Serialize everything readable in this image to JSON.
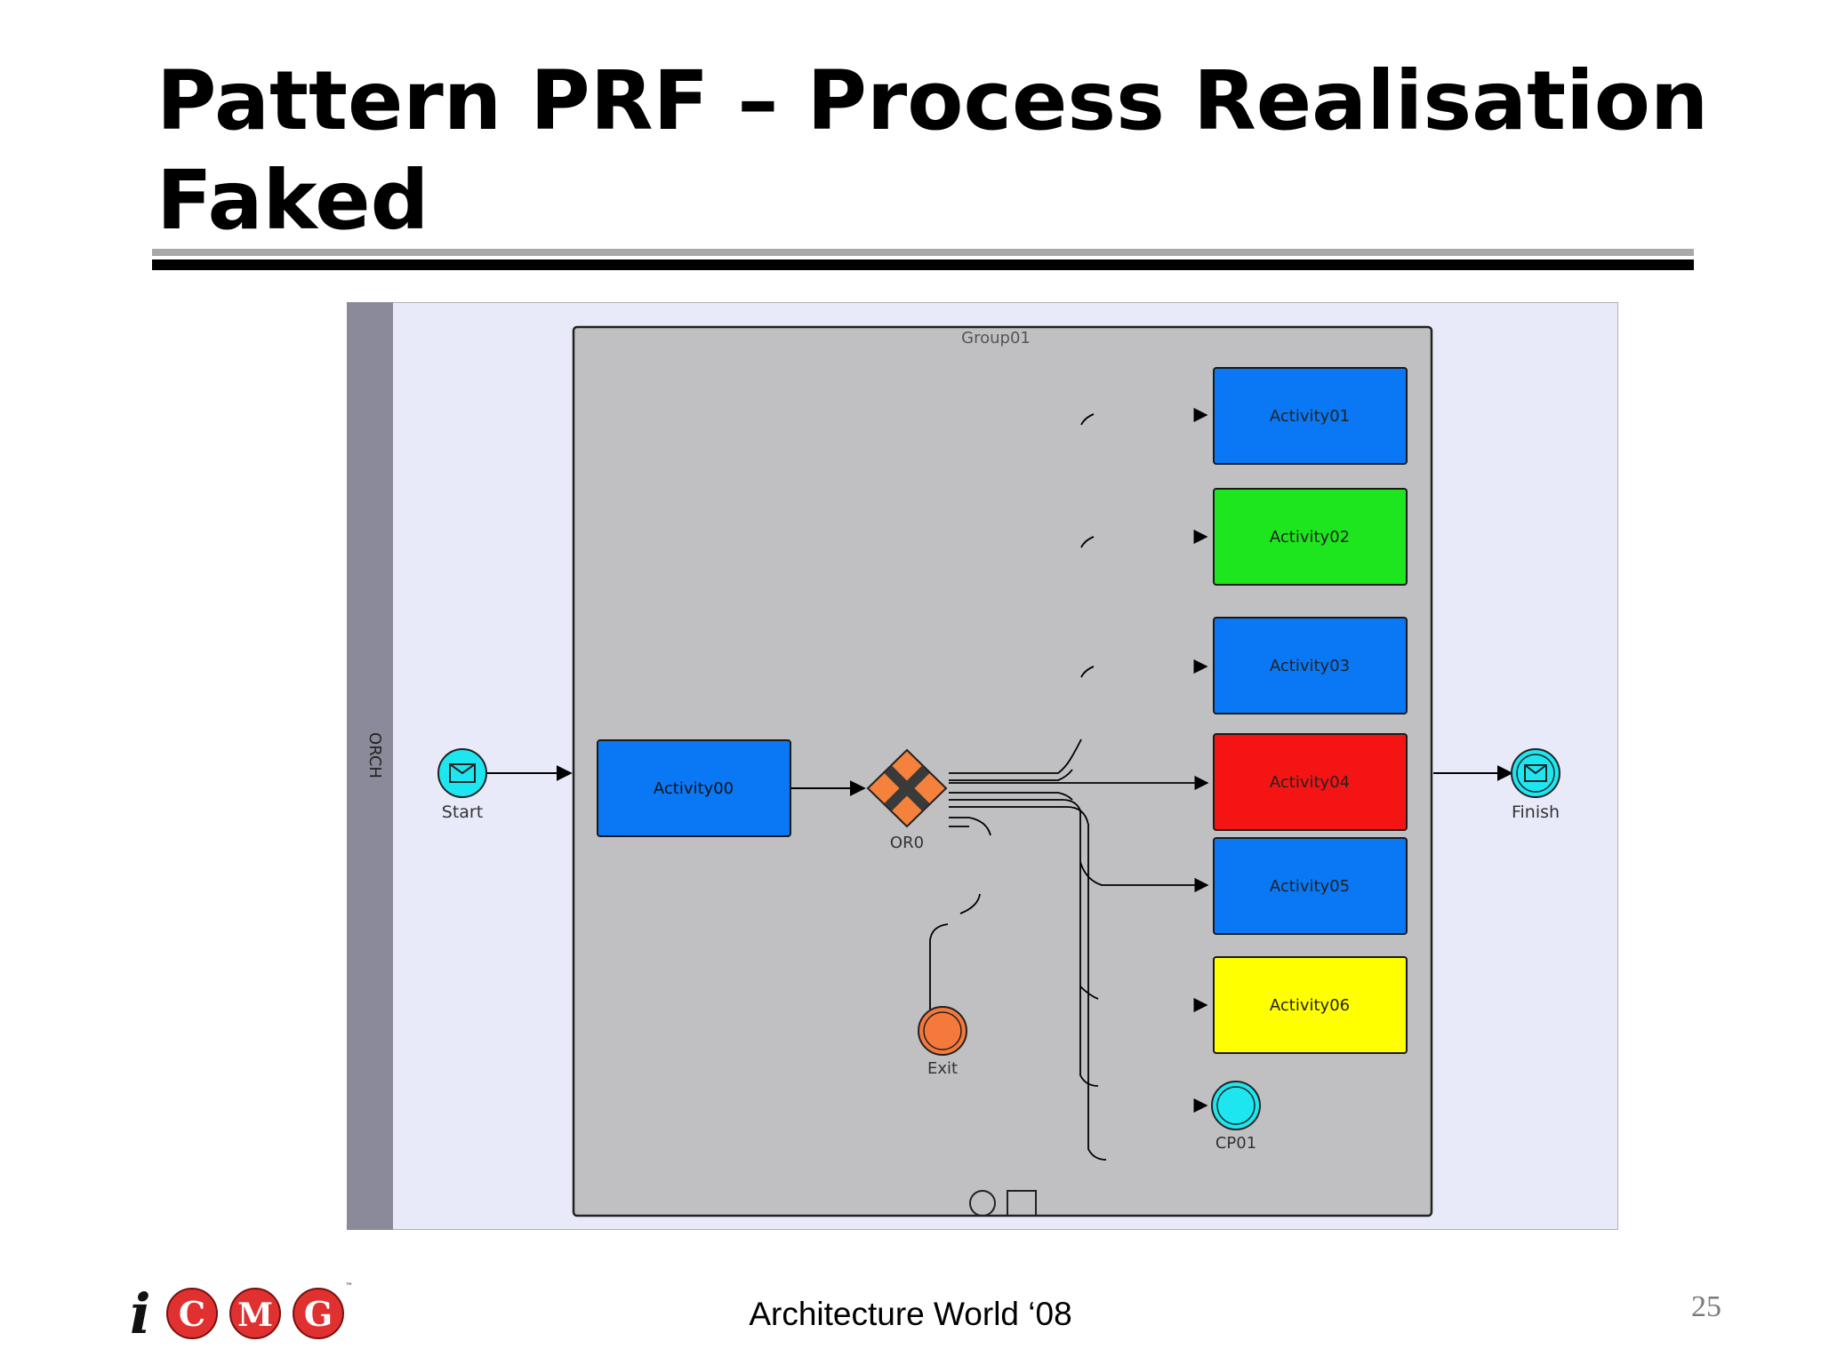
{
  "slide": {
    "title": "Pattern PRF – Process Realisation Faked",
    "footer": "Architecture World ‘08",
    "page_number": "25"
  },
  "logo": {
    "letters": [
      "i",
      "C",
      "M",
      "G"
    ],
    "trademark": "™"
  },
  "diagram": {
    "pool_label": "ORCH",
    "group_label": "Group01",
    "start_event": "Start",
    "finish_event": "Finish",
    "activity_00": "Activity00",
    "gateway_label": "OR0",
    "exit_event": "Exit",
    "end_event_label": "CP01",
    "activities": [
      {
        "label": "Activity01",
        "color": "#0a78f5"
      },
      {
        "label": "Activity02",
        "color": "#1ee61e"
      },
      {
        "label": "Activity03",
        "color": "#0a78f5"
      },
      {
        "label": "Activity04",
        "color": "#f51414"
      },
      {
        "label": "Activity05",
        "color": "#0a78f5"
      },
      {
        "label": "Activity06",
        "color": "#ffff00"
      }
    ],
    "colors": {
      "pool_background": "#e8eafa",
      "pool_header": "#8a8a9a",
      "group_background": "#c0c0c2",
      "event_cyan": "#1ee6f0",
      "event_orange": "#f5783c",
      "gateway": "#f5823c"
    }
  }
}
